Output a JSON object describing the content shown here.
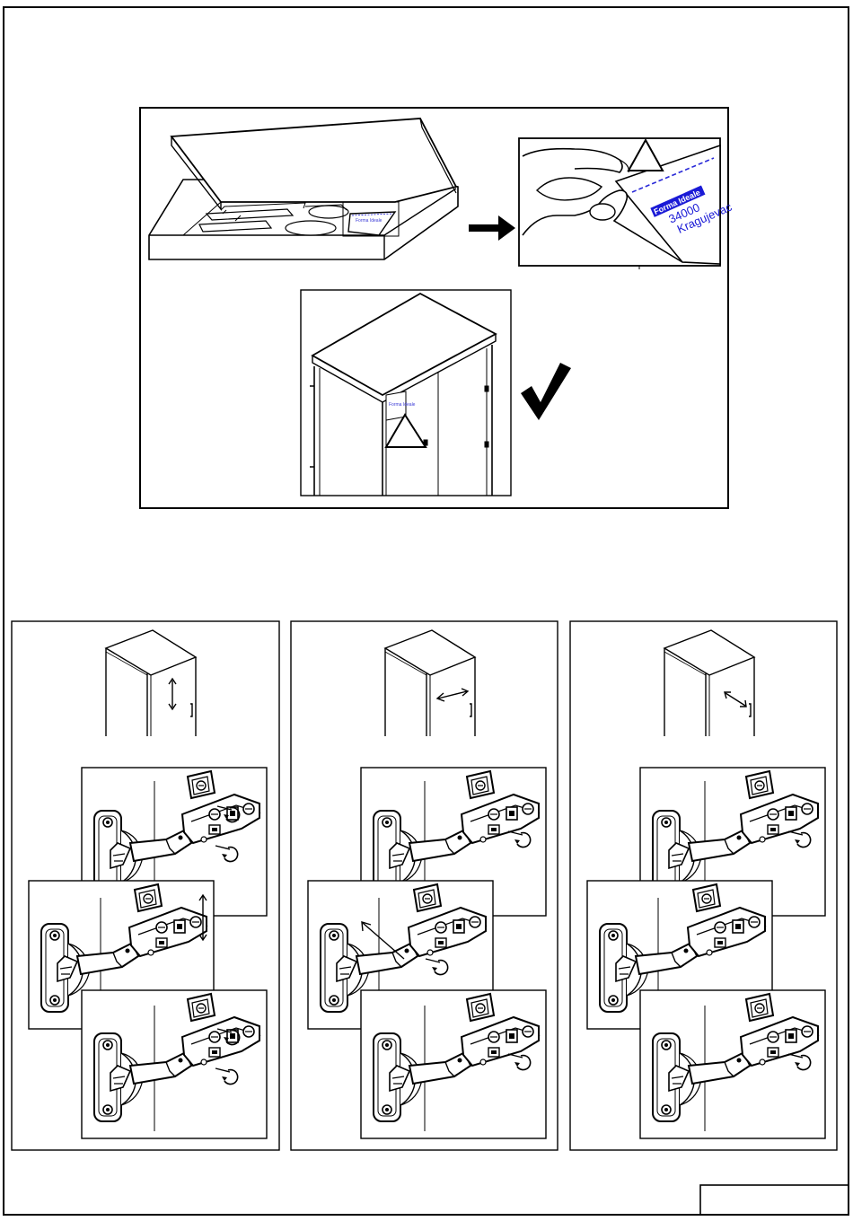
{
  "label": {
    "brand": "Forma Ideale",
    "postal_code": "34000",
    "city": "Kragujevac"
  },
  "panels": [
    {
      "adjustment": "vertical"
    },
    {
      "adjustment": "depth"
    },
    {
      "adjustment": "lateral"
    }
  ],
  "colors": {
    "line": "#000000",
    "label_text": "#1a1ad6",
    "dashed_line": "#2a2ad8"
  },
  "icons": [
    "arrow-right-icon",
    "check-mark-icon",
    "warning-triangle-icon",
    "screwdriver-rotate-icon"
  ]
}
